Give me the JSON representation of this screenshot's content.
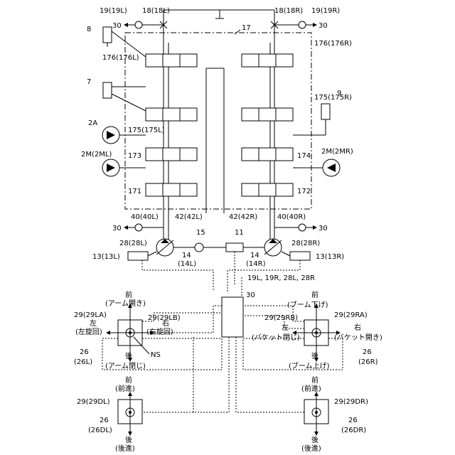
{
  "labels": {
    "sensor_19_top_l": "19(19L)",
    "valve_18_top_l": "18(18L)",
    "valve_18_top_r": "18(18R)",
    "sensor_19_top_r": "19(19R)",
    "ref_17": "17",
    "ref_30_top_l": "30",
    "ref_30_top_r": "30",
    "cyl_8": "8",
    "cyl_7": "7",
    "cyl_9": "9",
    "valve_176l": "176(176L)",
    "valve_176r": "176(176R)",
    "valve_175r": "175(175R)",
    "valve_175l": "175(175L)",
    "valve_173": "173",
    "valve_174": "174",
    "valve_171": "171",
    "valve_172": "172",
    "motor_2a": "2A",
    "motor_2ml": "2M(2ML)",
    "motor_2mr": "2M(2MR)",
    "line_40l": "40(40L)",
    "line_42l": "42(42L)",
    "line_42r": "42(42R)",
    "line_40r": "40(40R)",
    "ref_30_mid_l": "30",
    "ref_30_mid_r": "30",
    "sensor_28l": "28(28L)",
    "sensor_28r": "28(28R)",
    "ref_15": "15",
    "ref_11": "11",
    "reg_13l": "13(13L)",
    "reg_13r": "13(13R)",
    "pump_14l_a": "14",
    "pump_14l_b": "(14L)",
    "pump_14r_a": "14",
    "pump_14r_b": "(14R)",
    "signals_in": "19L, 19R, 28L, 28R",
    "controller_30": "30",
    "lever_l_front": "前",
    "lever_l_arm_open": "(アーム開き)",
    "lever_l_id": "29(29LA)",
    "lever_l_id_b": "29(29LB)",
    "lever_l_left": "左",
    "lever_l_left_sub": "(左旋回)",
    "lever_l_right": "右",
    "lever_l_right_sub": "(右旋回)",
    "lever_l_back": "後",
    "lever_l_arm_close": "(アーム閉じ)",
    "lever_l_ns": "NS",
    "lever_l_unit": "26",
    "lever_l_unit_sub": "(26L)",
    "lever_r_front": "前",
    "lever_r_boom_down": "(ブーム下げ)",
    "lever_r_id_b": "29(29RB)",
    "lever_r_id": "29(29RA)",
    "lever_r_left": "左",
    "lever_r_left_sub": "(バケット閉じ)",
    "lever_r_right": "右",
    "lever_r_right_sub": "(バケット開き)",
    "lever_r_back": "後",
    "lever_r_boom_up": "(ブーム上げ)",
    "lever_r_unit": "26",
    "lever_r_unit_sub": "(26R)",
    "pedal_l_front": "前",
    "pedal_l_front_sub": "(前進)",
    "pedal_l_id": "29(29DL)",
    "pedal_l_unit": "26",
    "pedal_l_unit_sub": "(26DL)",
    "pedal_l_back": "後",
    "pedal_l_back_sub": "(後進)",
    "pedal_r_front": "前",
    "pedal_r_front_sub": "(前進)",
    "pedal_r_id": "29(29DR)",
    "pedal_r_unit": "26",
    "pedal_r_unit_sub": "(26DR)",
    "pedal_r_back": "後",
    "pedal_r_back_sub": "(後進)"
  }
}
